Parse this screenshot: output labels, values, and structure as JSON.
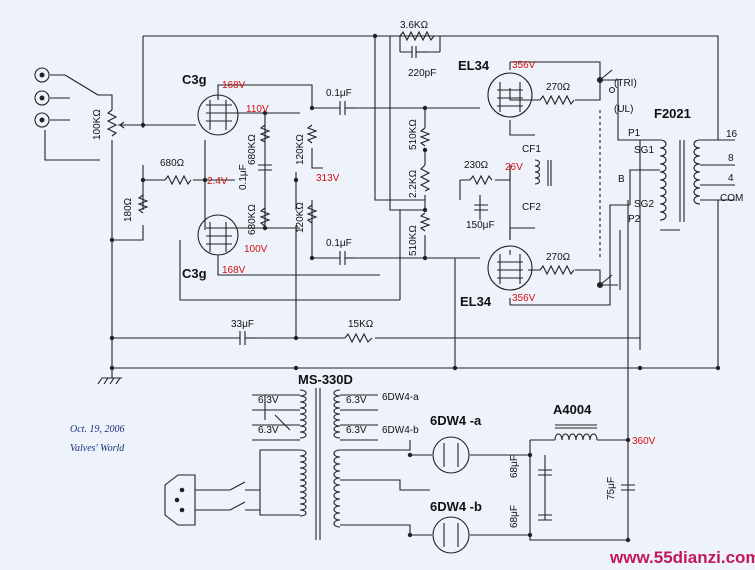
{
  "tubes": {
    "v1": "C3g",
    "v2": "C3g",
    "v3": "EL34",
    "v4": "EL34",
    "rect_a": "6DW4 -a",
    "rect_b": "6DW4 -b"
  },
  "transformers": {
    "output": "F2021",
    "power": "MS-330D",
    "choke": "A4004"
  },
  "components": {
    "r_fb": "3.6KΩ",
    "c_fb": "220pF",
    "r_vol": "100KΩ",
    "r_680": "680Ω",
    "r_180": "180Ω",
    "r_680k_a": "680KΩ",
    "r_680k_b": "680KΩ",
    "c_01_mid": "0.1μF",
    "r_120k_a": "120KΩ",
    "r_120k_b": "120KΩ",
    "c_01_top": "0.1μF",
    "c_01_bot": "0.1μF",
    "r_510k_a": "510KΩ",
    "r_22k": "2.2KΩ",
    "r_510k_b": "510KΩ",
    "r_230": "230Ω",
    "c_150": "150μF",
    "r_270_top": "270Ω",
    "r_270_bot": "270Ω",
    "c_33": "33μF",
    "r_15k": "15KΩ",
    "c_68_a": "68μF",
    "c_68_b": "68μF",
    "c_75": "75μF"
  },
  "voltages": {
    "v1_plate": "168V",
    "v1_screen": "110V",
    "cathode": "2.4V",
    "b_plus_mid": "313V",
    "v2_screen": "100V",
    "v2_plate": "168V",
    "el34_top": "356V",
    "el34_bot": "356V",
    "el34_cathode": "26V",
    "b_plus": "360V"
  },
  "labels": {
    "tri": "(TRI)",
    "ul": "(UL)",
    "cf1": "CF1",
    "cf2": "CF2",
    "p1": "P1",
    "sg1": "SG1",
    "b": "B",
    "sg2": "SG2",
    "p2": "P2",
    "tap_16": "16",
    "tap_8": "8",
    "tap_4": "4",
    "tap_com": "COM",
    "heater_1": "6.3V",
    "heater_2": "6.3V",
    "heater_3": "6.3V",
    "heater_4": "6.3V",
    "heater_dest_a": "6DW4-a",
    "heater_dest_b": "6DW4-b"
  },
  "notes": {
    "date": "Oct. 19, 2006",
    "author": "Valves' World",
    "watermark": "www.55dianzi.com"
  }
}
